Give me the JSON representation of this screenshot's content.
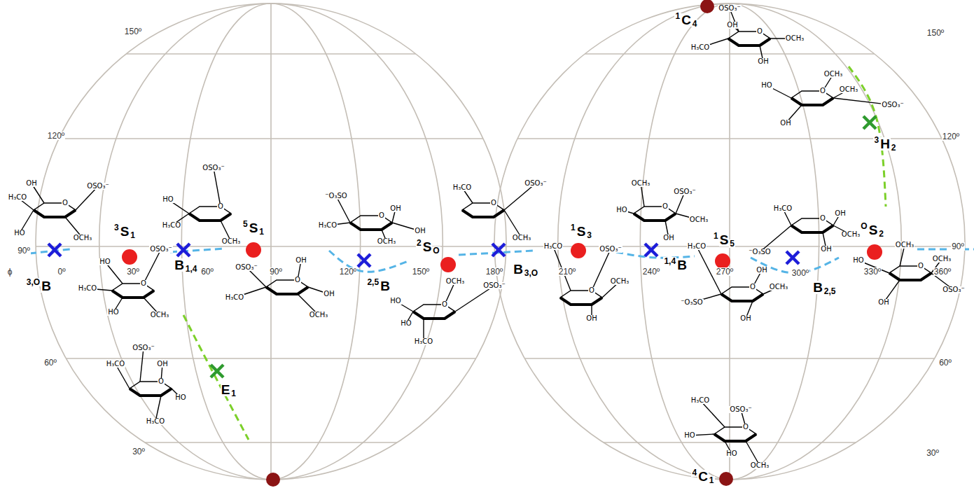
{
  "diagram": {
    "labels": [
      "150º",
      "120º",
      "90º",
      "60º",
      "30º",
      "150º",
      "120º",
      "90º",
      "60º",
      "30º",
      "ϕ",
      "0º",
      "30º",
      "60º",
      "90º",
      "120º",
      "150º",
      "180º",
      "210º",
      "240º",
      "270º",
      "300º",
      "330º",
      "360º",
      "3,O",
      "B",
      "3",
      "S",
      "1",
      "B",
      "1,4",
      "5",
      "S",
      "1",
      "2,5",
      "B",
      "2",
      "S",
      "O",
      "B",
      "3,O",
      "1",
      "S",
      "3",
      "1,4",
      "B",
      "1",
      "S",
      "5",
      "B",
      "2,5",
      "O",
      "S",
      "2",
      "1",
      "C",
      "4",
      "3",
      "H",
      "2",
      "E",
      "1",
      "4",
      "C",
      "1",
      "OH",
      "H₃CO",
      "OSO₃⁻",
      "HO",
      "OCH₃",
      "O",
      "OSO₃⁻",
      "HO",
      "H₃CO",
      "HO",
      "OCH₃",
      "O",
      "OSO₃⁻",
      "HO",
      "H₃CO",
      "OCH₃",
      "O",
      "OSO₃⁻",
      "OH",
      "H₃CO",
      "OH",
      "OCH₃",
      "O",
      "⁻O₃SO",
      "H₃CO",
      "OH",
      "OH",
      "OCH₃",
      "O",
      "H₃CO",
      "OSO₃⁻",
      "OCH₃",
      "O",
      "OCH₃",
      "OSO₃⁻",
      "HO",
      "HO",
      "H₃CO",
      "O",
      "H₃CO",
      "OSO₃⁻",
      "OCH₃",
      "OH",
      "O",
      "OCH₃",
      "OSO₃⁻",
      "HO",
      "OCH₃",
      "OH",
      "O",
      "H₃CO",
      "OH",
      "⁻O₃SO",
      "OCH₃",
      "OH",
      "O",
      "H₃CO",
      "OH",
      "OCH₃",
      "⁻O₃SO",
      "OH",
      "O",
      "HO",
      "OCH₃",
      "OCH₃",
      "OSO₃⁻",
      "OH",
      "O",
      "OSO₃⁻",
      "OH",
      "H₃CO",
      "OCH₃",
      "OH",
      "O",
      "HO",
      "OCH₃",
      "OCH₃",
      "OSO₃⁻",
      "OH",
      "O",
      "OSO₃⁻",
      "H₃CO",
      "OH",
      "HO",
      "H₃CO",
      "O",
      "H₃CO",
      "OSO₃⁻",
      "HO",
      "HO",
      "OCH₃",
      "O"
    ]
  }
}
